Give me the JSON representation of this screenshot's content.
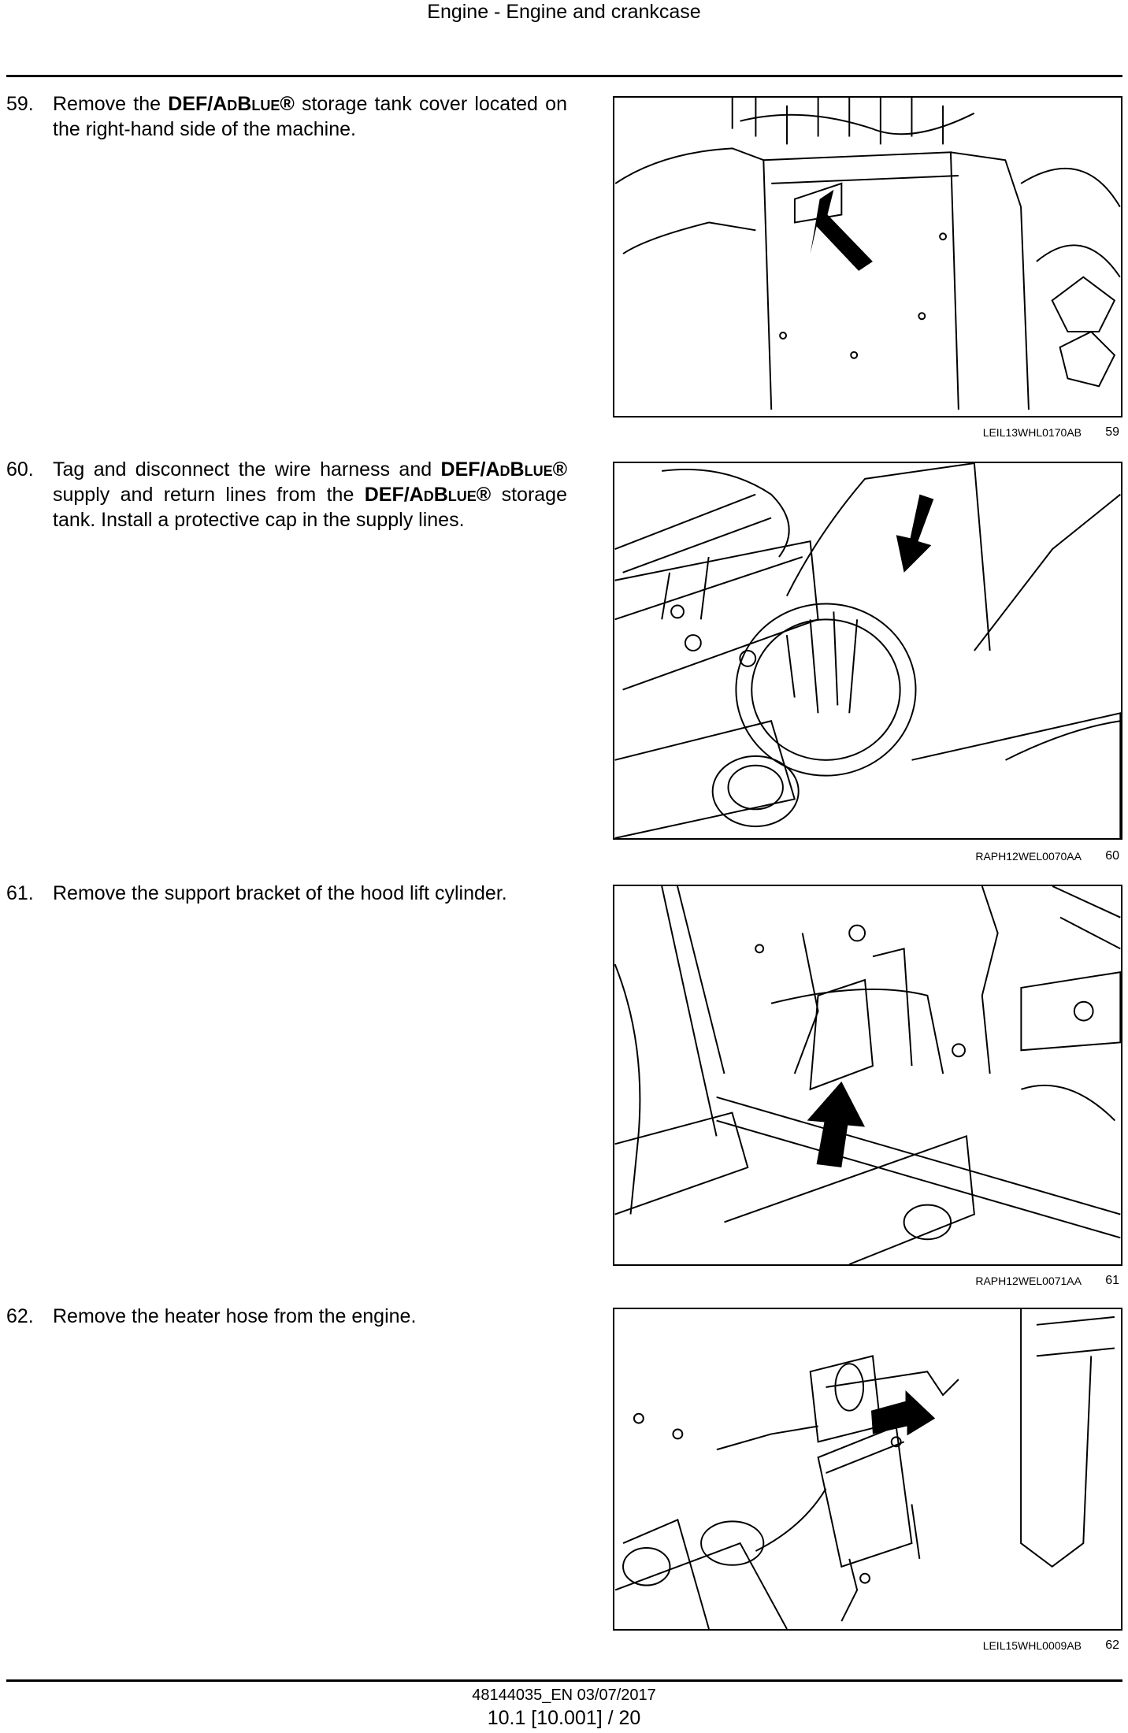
{
  "header": {
    "title": "Engine - Engine and crankcase"
  },
  "steps": [
    {
      "number": "59.",
      "text_a": "Remove the ",
      "bold_a": "DEF/A",
      "bold_a_sc": "d",
      "bold_a2": "B",
      "bold_a_sc2": "lue",
      "bold_a3": "®",
      "text_b": " storage tank cover located on the right-hand side of the machine.",
      "figure": {
        "code": "LEIL13WHL0170AB",
        "number": "59",
        "icon": "def-tank-cover-illustration"
      }
    },
    {
      "number": "60.",
      "text_a": "Tag and disconnect the wire harness and ",
      "bold_a": "DEF/A",
      "bold_a_sc": "d",
      "bold_a2": "B",
      "bold_a_sc2": "lue",
      "bold_a3": "®",
      "text_b": " supply and return lines from the ",
      "bold_b": "DEF/A",
      "bold_b_sc": "d",
      "bold_b2": "B",
      "bold_b_sc2": "lue",
      "bold_b3": "®",
      "text_c": " storage tank. Install a protective cap in the supply lines.",
      "figure": {
        "code": "RAPH12WEL0070AA",
        "number": "60",
        "icon": "def-supply-lines-illustration"
      }
    },
    {
      "number": "61.",
      "text": "Remove the support bracket of the hood lift cylinder.",
      "figure": {
        "code": "RAPH12WEL0071AA",
        "number": "61",
        "icon": "hood-lift-bracket-illustration"
      }
    },
    {
      "number": "62.",
      "text": "Remove the heater hose from the engine.",
      "figure": {
        "code": "LEIL15WHL0009AB",
        "number": "62",
        "icon": "heater-hose-illustration"
      }
    }
  ],
  "footer": {
    "doc_ref": "48144035_EN 03/07/2017",
    "page_ref": "10.1 [10.001] / 20"
  }
}
